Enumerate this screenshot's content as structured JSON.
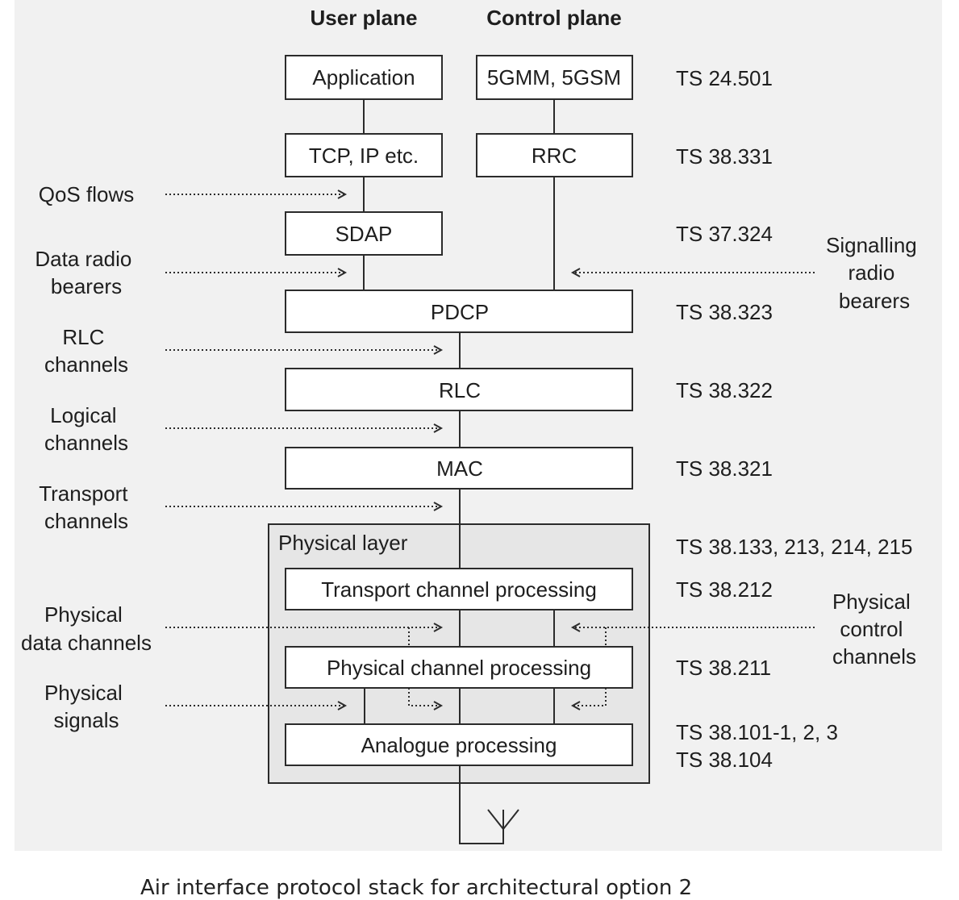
{
  "headers": {
    "user_plane": "User plane",
    "control_plane": "Control plane"
  },
  "boxes": {
    "application": "Application",
    "gmm": "5GMM, 5GSM",
    "tcp": "TCP, IP etc.",
    "rrc": "RRC",
    "sdap": "SDAP",
    "pdcp": "PDCP",
    "rlc": "RLC",
    "mac": "MAC",
    "physical_layer": "Physical layer",
    "transport_processing": "Transport channel processing",
    "physical_processing": "Physical channel processing",
    "analogue_processing": "Analogue processing"
  },
  "specs": {
    "ts24501": "TS 24.501",
    "ts38331": "TS 38.331",
    "ts37324": "TS 37.324",
    "ts38323": "TS 38.323",
    "ts38322": "TS 38.322",
    "ts38321": "TS 38.321",
    "ts_phys": "TS 38.133, 213, 214, 215",
    "ts38212": "TS 38.212",
    "ts38211": "TS 38.211",
    "ts38101": "TS 38.101-1, 2, 3",
    "ts38104": "TS 38.104"
  },
  "left_labels": {
    "qos": [
      "QoS flows"
    ],
    "drb": [
      "Data radio",
      "bearers"
    ],
    "rlc": [
      "RLC",
      "channels"
    ],
    "logical": [
      "Logical",
      "channels"
    ],
    "transport": [
      "Transport",
      "channels"
    ],
    "phys_data": [
      "Physical",
      "data channels"
    ],
    "phys_signals": [
      "Physical",
      "signals"
    ]
  },
  "right_labels": {
    "srb": [
      "Signalling",
      "radio",
      "bearers"
    ],
    "phys_control": [
      "Physical",
      "control",
      "channels"
    ]
  },
  "caption": "Air interface protocol stack for architectural option 2"
}
